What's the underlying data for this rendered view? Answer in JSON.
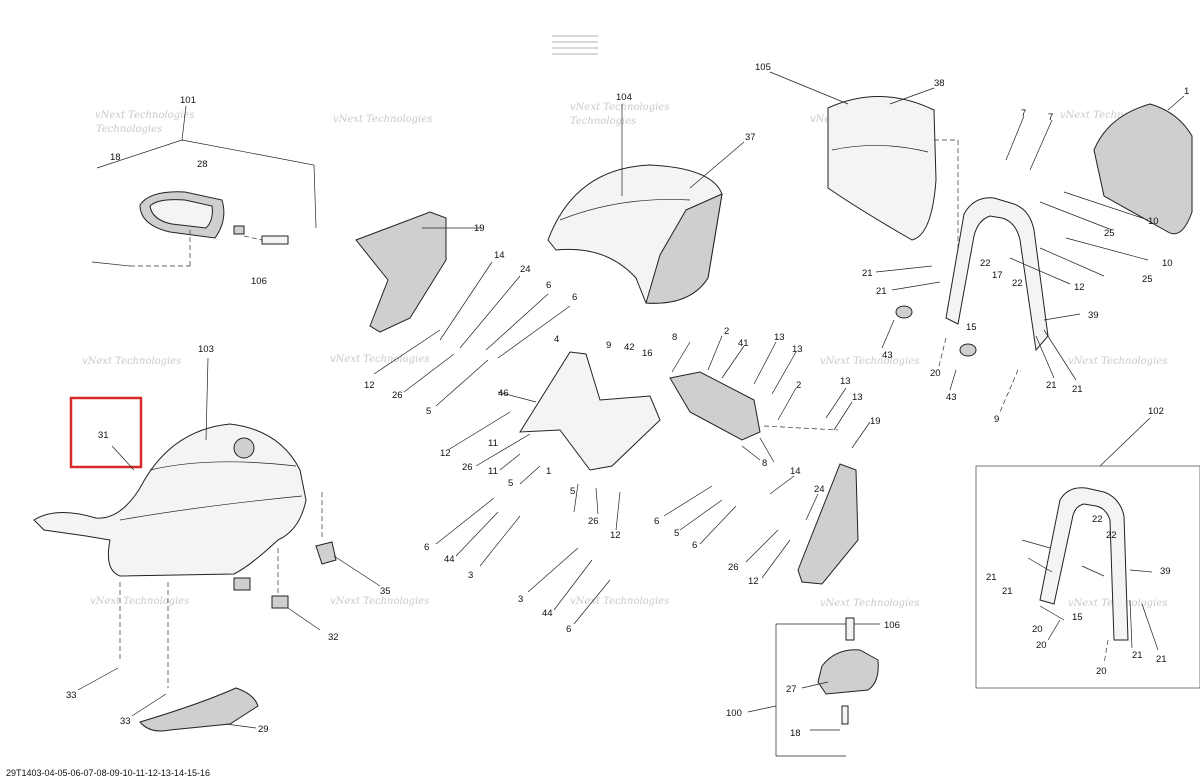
{
  "diagram": {
    "reference_code": "29T1403-04-05-06-07-08-09-10-11-12-13-14-15-16",
    "watermark_text": [
      "vNext",
      "Technologies",
      "vNext Technologies"
    ],
    "highlight_color": "#d62b2b",
    "highlighted_part": "31",
    "callouts": [
      {
        "id": "c101",
        "text": "101"
      },
      {
        "id": "c18a",
        "text": "18"
      },
      {
        "id": "c28",
        "text": "28"
      },
      {
        "id": "c106a",
        "text": "106"
      },
      {
        "id": "c104",
        "text": "104"
      },
      {
        "id": "c37",
        "text": "37"
      },
      {
        "id": "c19a",
        "text": "19"
      },
      {
        "id": "c105",
        "text": "105"
      },
      {
        "id": "c38",
        "text": "38"
      },
      {
        "id": "c1",
        "text": "1"
      },
      {
        "id": "c7a",
        "text": "7"
      },
      {
        "id": "c7b",
        "text": "7"
      },
      {
        "id": "c10a",
        "text": "10"
      },
      {
        "id": "c10b",
        "text": "10"
      },
      {
        "id": "c25a",
        "text": "25"
      },
      {
        "id": "c25b",
        "text": "25"
      },
      {
        "id": "c12a",
        "text": "12"
      },
      {
        "id": "c21a",
        "text": "21"
      },
      {
        "id": "c21b",
        "text": "21"
      },
      {
        "id": "c22a",
        "text": "22"
      },
      {
        "id": "c17",
        "text": "17"
      },
      {
        "id": "c22b",
        "text": "22"
      },
      {
        "id": "c15a",
        "text": "15"
      },
      {
        "id": "c39a",
        "text": "39"
      },
      {
        "id": "c43a",
        "text": "43"
      },
      {
        "id": "c43b",
        "text": "43"
      },
      {
        "id": "c20a",
        "text": "20"
      },
      {
        "id": "c21c",
        "text": "21"
      },
      {
        "id": "c21d",
        "text": "21"
      },
      {
        "id": "c9a",
        "text": "9"
      },
      {
        "id": "c14a",
        "text": "14"
      },
      {
        "id": "c24a",
        "text": "24"
      },
      {
        "id": "c6a",
        "text": "6"
      },
      {
        "id": "c6b",
        "text": "6"
      },
      {
        "id": "c12b",
        "text": "12"
      },
      {
        "id": "c26a",
        "text": "26"
      },
      {
        "id": "c5a",
        "text": "5"
      },
      {
        "id": "c4",
        "text": "4"
      },
      {
        "id": "c8a",
        "text": "8"
      },
      {
        "id": "c9b",
        "text": "9"
      },
      {
        "id": "c42",
        "text": "42"
      },
      {
        "id": "c16",
        "text": "16"
      },
      {
        "id": "c2a",
        "text": "2"
      },
      {
        "id": "c41",
        "text": "41"
      },
      {
        "id": "c13a",
        "text": "13"
      },
      {
        "id": "c13b",
        "text": "13"
      },
      {
        "id": "c2b",
        "text": "2"
      },
      {
        "id": "c13c",
        "text": "13"
      },
      {
        "id": "c13d",
        "text": "13"
      },
      {
        "id": "c46",
        "text": "46"
      },
      {
        "id": "c12c",
        "text": "12"
      },
      {
        "id": "c26b",
        "text": "26"
      },
      {
        "id": "c11a",
        "text": "11"
      },
      {
        "id": "c11b",
        "text": "11"
      },
      {
        "id": "c5b",
        "text": "5"
      },
      {
        "id": "c1b",
        "text": "1"
      },
      {
        "id": "c5c",
        "text": "5"
      },
      {
        "id": "c26c",
        "text": "26"
      },
      {
        "id": "c12d",
        "text": "12"
      },
      {
        "id": "c8b",
        "text": "8"
      },
      {
        "id": "c19b",
        "text": "19"
      },
      {
        "id": "c14b",
        "text": "14"
      },
      {
        "id": "c24b",
        "text": "24"
      },
      {
        "id": "c6c",
        "text": "6"
      },
      {
        "id": "c5d",
        "text": "5"
      },
      {
        "id": "c6d",
        "text": "6"
      },
      {
        "id": "c26d",
        "text": "26"
      },
      {
        "id": "c12e",
        "text": "12"
      },
      {
        "id": "c103",
        "text": "103"
      },
      {
        "id": "c31",
        "text": "31"
      },
      {
        "id": "c6e",
        "text": "6"
      },
      {
        "id": "c44a",
        "text": "44"
      },
      {
        "id": "c3a",
        "text": "3"
      },
      {
        "id": "c35",
        "text": "35"
      },
      {
        "id": "c32",
        "text": "32"
      },
      {
        "id": "c33a",
        "text": "33"
      },
      {
        "id": "c33b",
        "text": "33"
      },
      {
        "id": "c29",
        "text": "29"
      },
      {
        "id": "c3b",
        "text": "3"
      },
      {
        "id": "c44b",
        "text": "44"
      },
      {
        "id": "c6f",
        "text": "6"
      },
      {
        "id": "c106b",
        "text": "106"
      },
      {
        "id": "c27",
        "text": "27"
      },
      {
        "id": "c100",
        "text": "100"
      },
      {
        "id": "c18b",
        "text": "18"
      },
      {
        "id": "c102",
        "text": "102"
      },
      {
        "id": "c22c",
        "text": "22"
      },
      {
        "id": "c22d",
        "text": "22"
      },
      {
        "id": "c39b",
        "text": "39"
      },
      {
        "id": "c21e",
        "text": "21"
      },
      {
        "id": "c21f",
        "text": "21"
      },
      {
        "id": "c20b",
        "text": "20"
      },
      {
        "id": "c15b",
        "text": "15"
      },
      {
        "id": "c20c",
        "text": "20"
      },
      {
        "id": "c21g",
        "text": "21"
      },
      {
        "id": "c21h",
        "text": "21"
      },
      {
        "id": "c20d",
        "text": "20"
      }
    ]
  }
}
